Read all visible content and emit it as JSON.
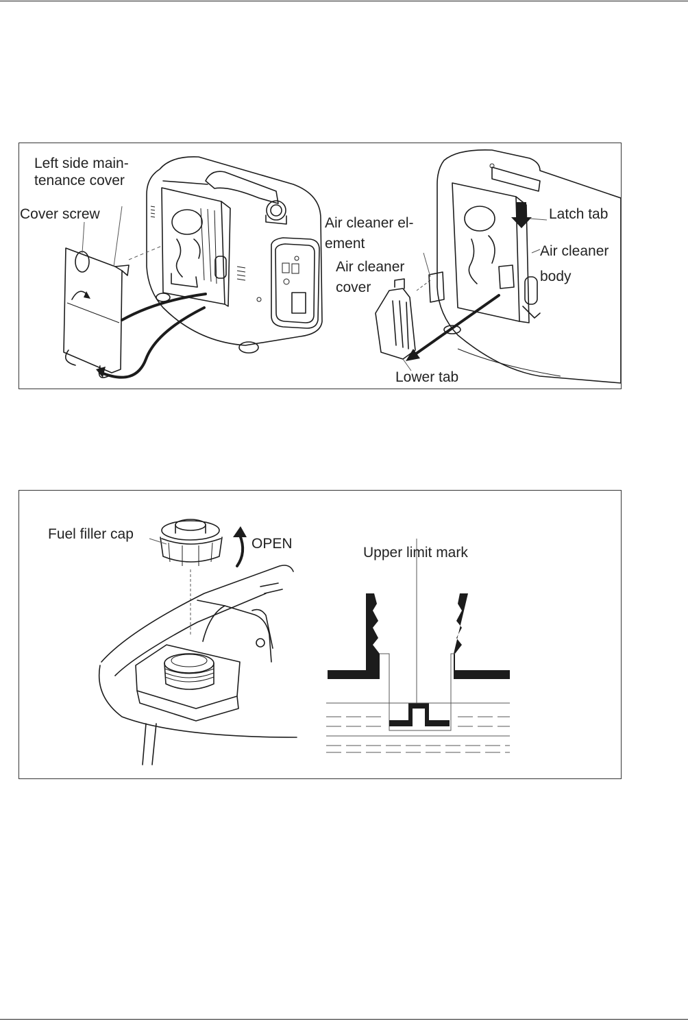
{
  "figure_air_cleaner": {
    "labels": {
      "left_cover_line1": "Left side main-",
      "left_cover_line2": "tenance cover",
      "cover_screw": "Cover screw",
      "element_line1": "Air cleaner el-",
      "element_line2": "ement",
      "cover_line1": "Air cleaner",
      "cover_line2": "cover",
      "latch_tab": "Latch tab",
      "body_line1": "Air cleaner",
      "body_line2": "body",
      "lower_tab": "Lower tab"
    }
  },
  "figure_fuel": {
    "labels": {
      "fuel_filler_cap": "Fuel filler cap",
      "open": "OPEN",
      "upper_limit_mark": "Upper limit mark"
    }
  }
}
